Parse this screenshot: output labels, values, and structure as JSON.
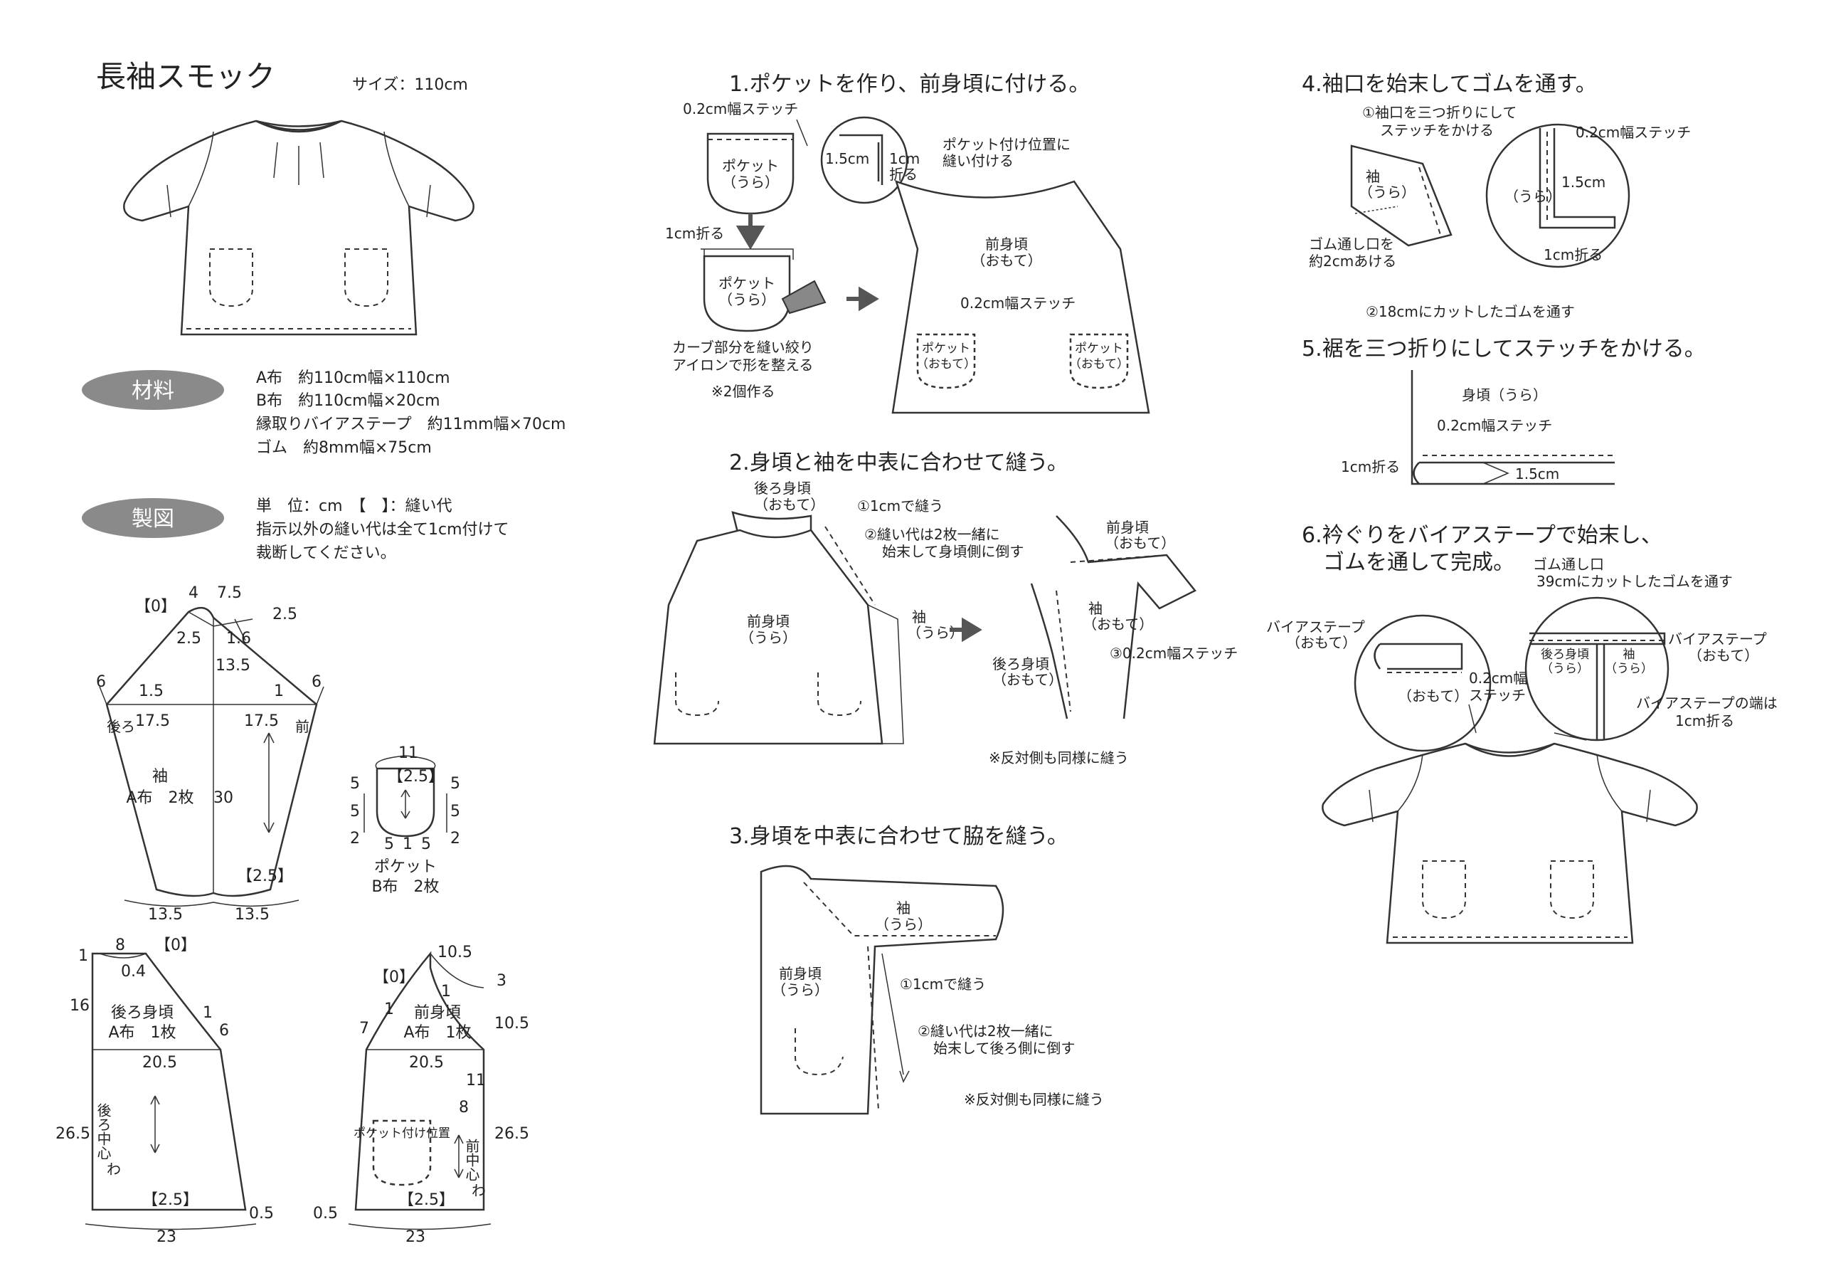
{
  "header": {
    "title": "長袖スモック",
    "size": "サイズ：110cm"
  },
  "materials": {
    "pill": "材料",
    "lines": [
      "A布　約110cm幅×110cm",
      "B布　約110cm幅×20cm",
      "縁取りバイアステープ　約11mm幅×70cm",
      "ゴム　約8mm幅×75cm"
    ]
  },
  "pattern": {
    "pill": "製図",
    "lines": [
      "単　位：cm　【　】：縫い代",
      "指示以外の縫い代は全て1cm付けて",
      "裁断してください。"
    ]
  },
  "sleeve": {
    "label": "袖",
    "fabric": "A布　2枚",
    "back": "後ろ",
    "front": "前",
    "dims": {
      "seam0": "【0】",
      "top1": "4",
      "top2": "7.5",
      "top3": "2.5",
      "top4": "2.5",
      "top5": "1.6",
      "d135": "13.5",
      "l6": "6",
      "r6": "6",
      "l15": "1.5",
      "r1": "1",
      "w1": "17.5",
      "w2": "17.5",
      "h30": "30",
      "sa25": "【2.5】",
      "b1": "13.5",
      "b2": "13.5"
    }
  },
  "pocket": {
    "label": "ポケット",
    "fabric": "B布　2枚",
    "dims": {
      "w": "11",
      "sa": "【2.5】",
      "l5a": "5",
      "l5b": "5",
      "r5a": "5",
      "r5b": "5",
      "l2": "2",
      "r2": "2",
      "b1": "5",
      "b2": "1",
      "b3": "5"
    }
  },
  "back_body": {
    "label": "後ろ身頃",
    "fabric": "A布　1枚",
    "center": "後ろ中心",
    "wa": "わ",
    "dims": {
      "top8": "8",
      "s0": "【0】",
      "l1": "1",
      "d04": "0.4",
      "h16": "16",
      "a1": "1",
      "a6": "6",
      "w205": "20.5",
      "h265": "26.5",
      "sa": "【2.5】",
      "e05": "0.5",
      "b23": "23"
    }
  },
  "front_body": {
    "label": "前身頃",
    "fabric": "A布　1枚",
    "center": "前中心",
    "wa": "わ",
    "pocket_pos": "ポケット付け位置",
    "dims": {
      "top105": "10.5",
      "s0": "【0】",
      "r3": "3",
      "l1": "1",
      "n1": "1",
      "l7": "7",
      "r105": "10.5",
      "w205": "20.5",
      "r11": "11",
      "r8": "8",
      "h265": "26.5",
      "sa": "【2.5】",
      "e05": "0.5",
      "b23": "23"
    }
  },
  "step1": {
    "title": "1.ポケットを作り、前身頃に付ける。",
    "stitch": "0.2cm幅ステッチ",
    "pocket": "ポケット",
    "ura": "（うら）",
    "c15": "1.5cm",
    "c1": "1cm",
    "fold": "折る",
    "fold1": "1cm折る",
    "curve": [
      "カーブ部分を縫い絞り",
      "アイロンで形を整える"
    ],
    "make2": "※2個作る",
    "attach": [
      "ポケット付け位置に",
      "縫い付ける"
    ],
    "front": "前身頃",
    "omote": "（おもて）",
    "stitch2": "0.2cm幅ステッチ"
  },
  "step2": {
    "title": "2.身頃と袖を中表に合わせて縫う。",
    "back": "後ろ身頃",
    "omote": "（おもて）",
    "sew": "①1cmで縫う",
    "overlock": [
      "②縫い代は2枚一緒に",
      "始末して身頃側に倒す"
    ],
    "front": "前身頃",
    "ura": "（うら）",
    "sleeve": "袖",
    "stitch": "③0.2cm幅ステッチ",
    "other": "※反対側も同様に縫う"
  },
  "step3": {
    "title": "3.身頃を中表に合わせて脇を縫う。",
    "sleeve": "袖",
    "ura": "（うら）",
    "front": "前身頃",
    "sew": "①1cmで縫う",
    "overlock": [
      "②縫い代は2枚一緒に",
      "始末して後ろ側に倒す"
    ],
    "other": "※反対側も同様に縫う"
  },
  "step4": {
    "title": "4.袖口を始末してゴムを通す。",
    "fold3": [
      "①袖口を三つ折りにして",
      "ステッチをかける"
    ],
    "stitch": "0.2cm幅ステッチ",
    "sleeve": "袖",
    "ura": "（うら）",
    "c15": "1.5cm",
    "fold1": "1cm折る",
    "gap": [
      "ゴム通し口を",
      "約2cmあける"
    ],
    "elastic": "②18cmにカットしたゴムを通す"
  },
  "step5": {
    "title": "5.裾を三つ折りにしてステッチをかける。",
    "body": "身頃（うら）",
    "stitch": "0.2cm幅ステッチ",
    "fold1": "1cm折る",
    "c15": "1.5cm"
  },
  "step6": {
    "title": [
      "6.衿ぐりをバイアステープで始末し、",
      "ゴムを通して完成。"
    ],
    "opening": [
      "ゴム通し口",
      "39cmにカットしたゴムを通す"
    ],
    "tape": "バイアステープ",
    "omote": "（おもて）",
    "stitch": [
      "0.2cm幅",
      "ステッチ"
    ],
    "back": "後ろ身頃",
    "ura": "（うら）",
    "sleeve": "袖",
    "tape_end": [
      "バイアステープの端は",
      "1cm折る"
    ]
  }
}
